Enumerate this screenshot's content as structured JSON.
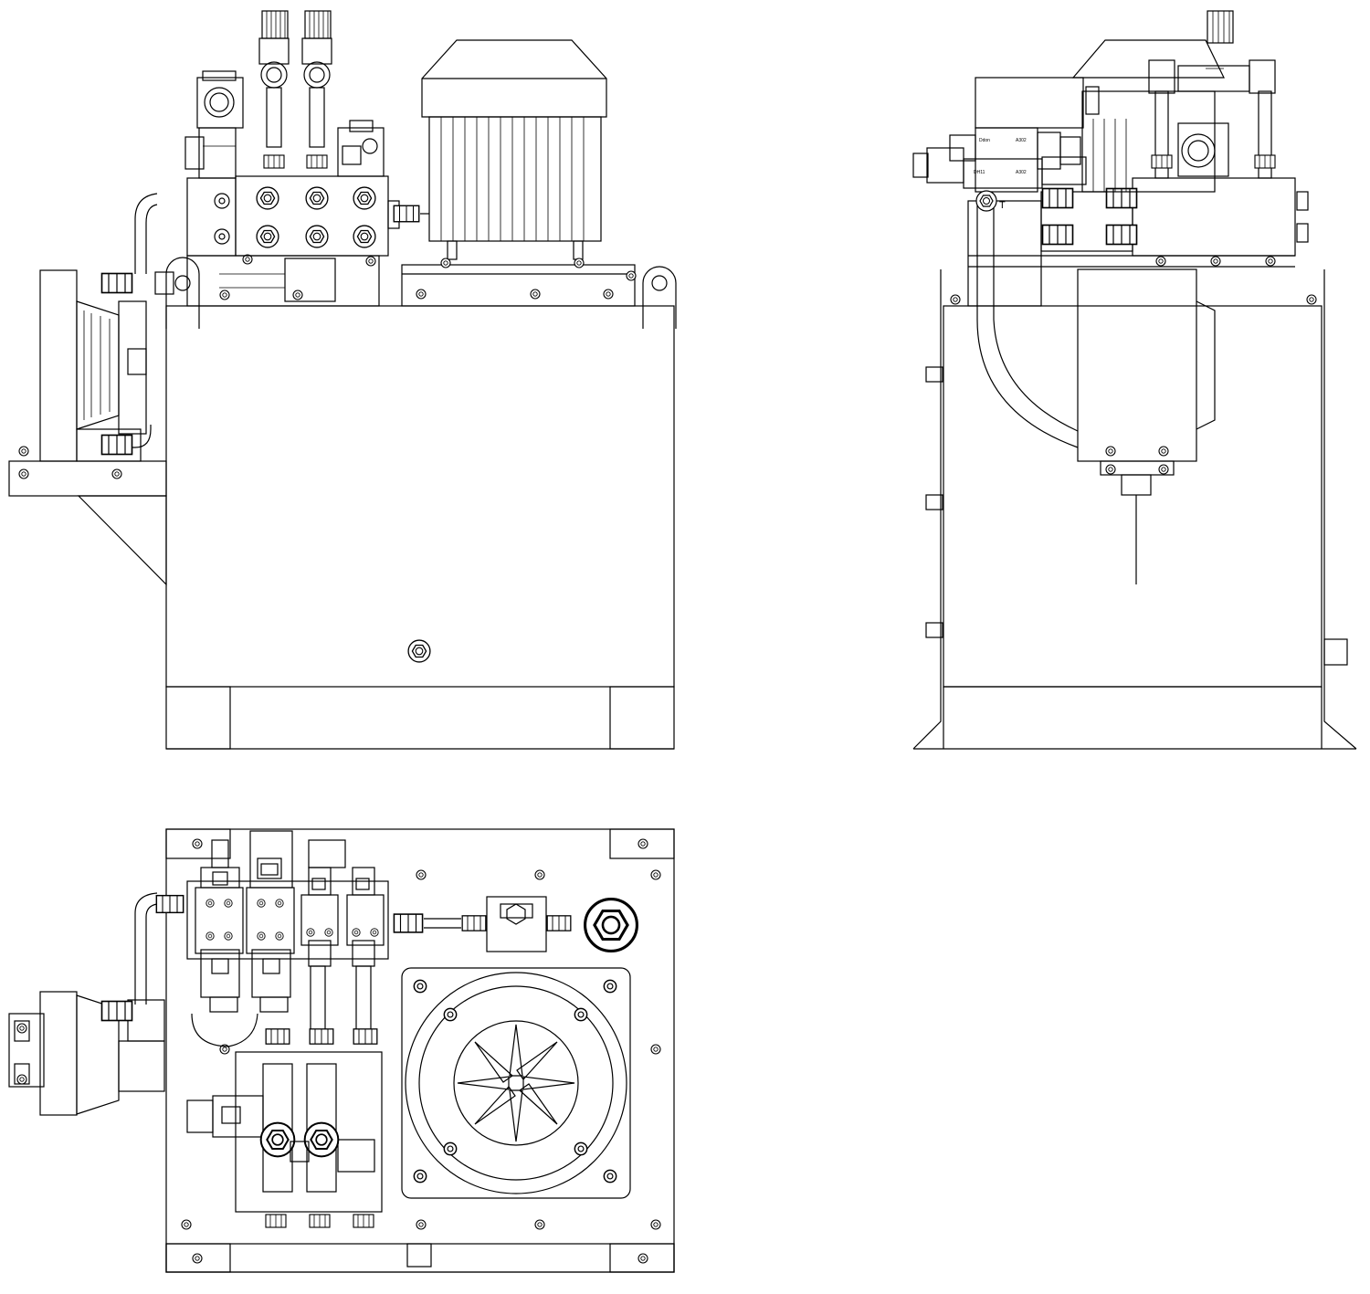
{
  "colors": {
    "line": "#000000",
    "paper": "#ffffff"
  },
  "labels": {
    "tank_port": "T",
    "valve_a": "A302",
    "valve_b": "A302",
    "valve_tag_a": "Ddon",
    "valve_tag_b": "DH11"
  }
}
